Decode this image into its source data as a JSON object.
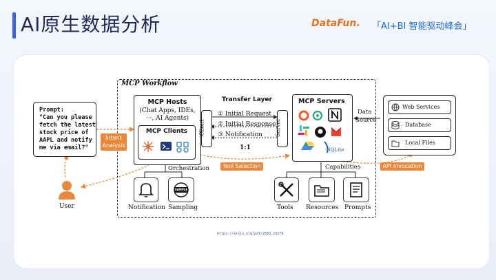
{
  "slide": {
    "title": "AI原生数据分析",
    "brand": "DataFun.",
    "slogan": "「AI+BI 智能驱动峰会」",
    "source_url": "https://arxiv.org/pdf/2503.23278"
  },
  "diagram": {
    "workflow_title": "MCP Workflow",
    "prompt_label": "Prompt:",
    "prompt_lines": [
      "\"Can you please",
      "fetch the latest",
      "stock price of",
      "AAPL and notify",
      "me via email?\""
    ],
    "user_label": "User",
    "intent_tag_lines": [
      "Intent",
      "Analysis"
    ],
    "hosts_title": "MCP Hosts",
    "hosts_sub_lines": [
      "(Chat Apps, IDEs,",
      "···, AI Agents)"
    ],
    "clients_title": "MCP Clients",
    "transfer_layer": "Transfer Layer",
    "client_label": "Client",
    "server_label": "Server",
    "messages": [
      "① Initial Request",
      "② Initial Response",
      "③ Notification"
    ],
    "ratio": "1:1",
    "servers_title": "MCP Servers",
    "sqlite_label": "SQLite",
    "data_source_lines": [
      "Data",
      "Source"
    ],
    "sources": [
      "Web Services",
      "Database",
      "Local Files"
    ],
    "orchestration": "Orchestration",
    "tool_selection": "Tool Selection",
    "capabilities": "Capabilities",
    "api_invocation": "API Invocation",
    "host_features": [
      "Notification",
      "Sampling"
    ],
    "sampling_badge": "SAMPLE",
    "server_features": [
      "Tools",
      "Resources",
      "Prompts"
    ],
    "colors": {
      "accent": "#e9883b",
      "title_bar": "#3c63d6",
      "brand": "#e0731f",
      "slogan": "#1f6dd4"
    }
  }
}
